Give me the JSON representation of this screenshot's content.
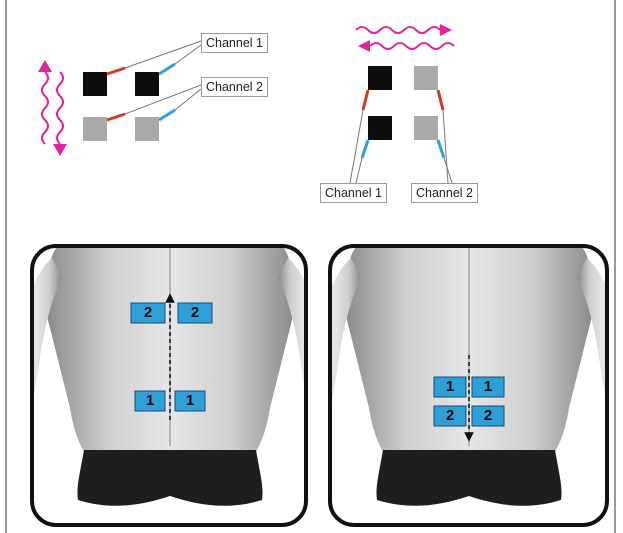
{
  "top_left": {
    "labels": [
      "Channel 1",
      "Channel 2"
    ]
  },
  "top_right": {
    "labels": [
      "Channel 1",
      "Channel 2"
    ]
  },
  "panels": [
    {
      "pads": [
        "2",
        "2",
        "1",
        "1"
      ],
      "arrow": "up"
    },
    {
      "pads": [
        "1",
        "1",
        "2",
        "2"
      ],
      "arrow": "down"
    }
  ],
  "colors": {
    "wave": "#e0259a",
    "lead_red": "#d43a2a",
    "lead_blue": "#2fa0d8",
    "pad_blue": "#2f9fd8",
    "electrode_dark": "#0d0d0d",
    "electrode_gray": "#a9a9a9"
  }
}
